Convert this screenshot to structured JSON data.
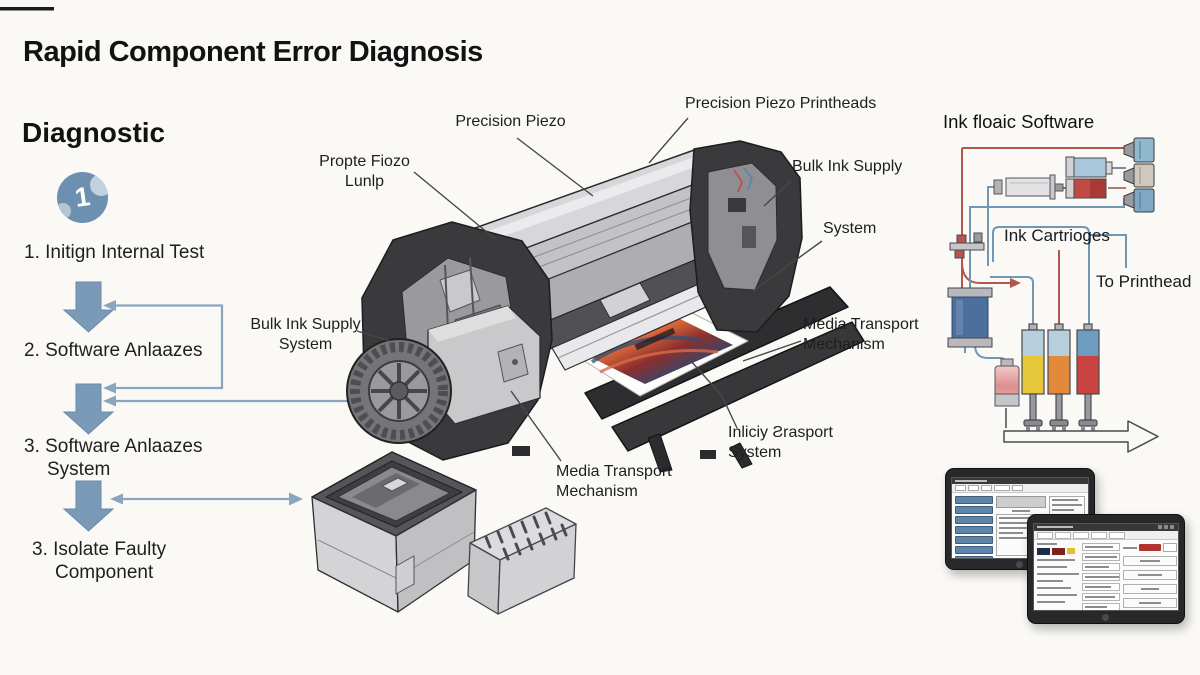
{
  "title": "Rapid Component Error Diagnosis",
  "flowchart": {
    "heading": "Diagnostic",
    "badge_number": "1",
    "steps": [
      "1. Initign Internal Test",
      "2. Software Anlaazes",
      "3. Software Anlaazes\nSystem",
      "3. Isolate Faulty\nComponent"
    ]
  },
  "printer": {
    "labels": {
      "top_left": "Precision Piezo",
      "top_right": "Precision Piezo Printheads",
      "right_upper": "Bulk Ink Supply",
      "right_mid": "System",
      "left_upper": "Propte Fiozo\nLunlp",
      "left_lower": "Bulk Ink Supply\nSystem",
      "right_lower": "Media Transport\nMechanism",
      "bottom_center": "Media Transport\nMechanism",
      "bottom_right": "Inliciy Ƨrasport\nSystem"
    }
  },
  "ink_flow": {
    "title": "Ink floaic Software",
    "cartridges_label": "Ink Cartrioges",
    "to_printhead_label": "To Printhead"
  },
  "colors": {
    "background": "#faf9f6",
    "text": "#1c1c1c",
    "arrow_blue": "#7b9ab8",
    "connector_blue": "#8aa6bf",
    "badge_blue": "#6d8fb0",
    "pipe_red": "#b5564e",
    "pipe_blue": "#7396b2",
    "canister_blue": "#4d6f9e",
    "tank_yellow": "#e6c63a",
    "tank_orange": "#e2893c",
    "tank_red": "#c94440",
    "tablet_frame": "#28282b",
    "tablet_button_blue": "#5f86a8",
    "tablet_progress_red": "#b23430"
  }
}
